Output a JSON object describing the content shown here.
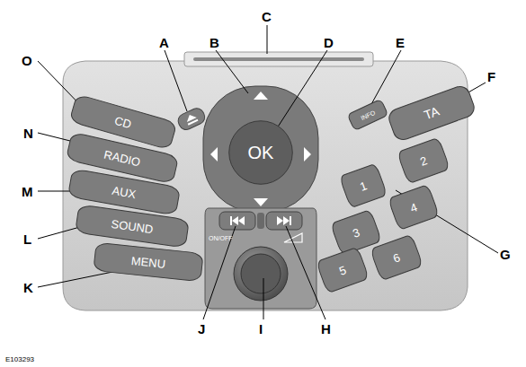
{
  "diagram": {
    "nodes": [
      {
        "text": [
          "CD"
        ]
      },
      {
        "text": [
          "RADIO"
        ]
      },
      {
        "text": [
          "AUX"
        ]
      },
      {
        "text": [
          "SOUND"
        ]
      },
      {
        "text": [
          "MENU"
        ]
      },
      {
        "text": [
          "INFO"
        ]
      },
      {
        "text": [
          "OK"
        ]
      },
      {
        "text": [
          "TA"
        ]
      },
      {
        "text": [
          "1"
        ]
      },
      {
        "text": [
          "2"
        ]
      },
      {
        "text": [
          "3"
        ]
      },
      {
        "text": [
          "4"
        ]
      },
      {
        "text": [
          "5"
        ]
      },
      {
        "text": [
          "6"
        ]
      }
    ],
    "labels": [
      "A",
      "B",
      "C",
      "D",
      "E",
      "F",
      "G",
      "H",
      "I",
      "J",
      "K",
      "L",
      "M",
      "N",
      "O",
      "ON/OFF",
      "E103293"
    ]
  }
}
